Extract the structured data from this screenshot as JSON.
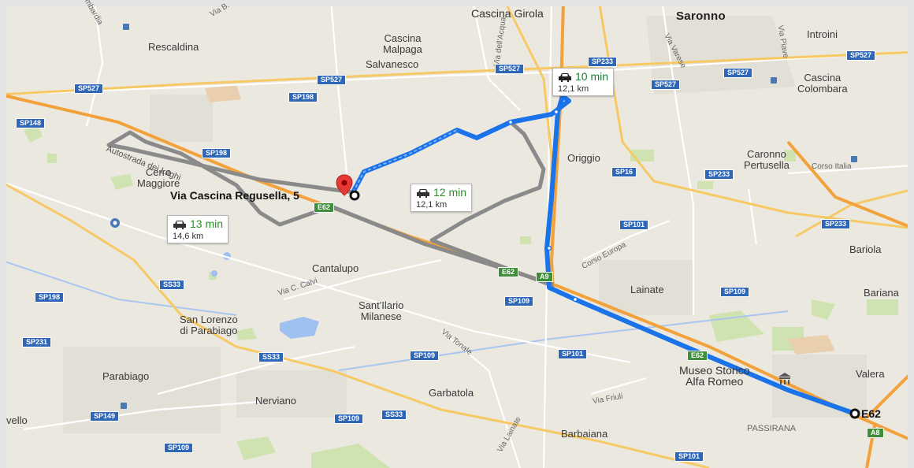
{
  "places": {
    "cascina_girola": "Cascina Girola",
    "saronno": "Saronno",
    "introini": "Introini",
    "cascina_malpaga": "Cascina\nMalpaga",
    "rescaldina": "Rescaldina",
    "salvanesco": "Salvanesco",
    "cascina_colombara": "Cascina\nColombara",
    "caronno": "Caronno\nPertusella",
    "origgio": "Origgio",
    "cerro": "Cerro\nMaggiore",
    "cantalupo": "Cantalupo",
    "bariola": "Bariola",
    "lainate": "Lainate",
    "bariana": "Bariana",
    "santilario": "Sant'Ilario\nMilanese",
    "san_lorenzo": "San Lorenzo\ndi Parabiago",
    "parabiago": "Parabiago",
    "garbatola": "Garbatola",
    "nerviano": "Nerviano",
    "museo": "Museo Storico\nAlfa Romeo",
    "valera": "Valera",
    "barbaiana": "Barbaiana",
    "passirana": "PASSIRANA",
    "vello": "vello",
    "lombardia": "ombardia"
  },
  "streets": {
    "autostrada": "Autostrada dei Laghi",
    "via_c_calvi": "Via C. Calvi",
    "via_tonale": "Via Tonale",
    "corso_europa": "Corso Europa",
    "via_friuli": "Via Friuli",
    "via_lainate": "Via Lainate",
    "via_dellacqua": "Via dell'Acqua",
    "via_varese": "Via Varese",
    "via_piave": "Via Piave",
    "corso_italia": "Corso Italia",
    "via_b": "Via B."
  },
  "shields": [
    {
      "id": "s1",
      "label": "SP527"
    },
    {
      "id": "s2",
      "label": "SP527"
    },
    {
      "id": "s3",
      "label": "SP527"
    },
    {
      "id": "s4",
      "label": "SP527"
    },
    {
      "id": "s5",
      "label": "SP527"
    },
    {
      "id": "s6",
      "label": "SP527"
    },
    {
      "id": "s7",
      "label": "SP233"
    },
    {
      "id": "s8",
      "label": "SP198"
    },
    {
      "id": "s9",
      "label": "SP148"
    },
    {
      "id": "s10",
      "label": "SP198"
    },
    {
      "id": "s11",
      "label": "SP16"
    },
    {
      "id": "s12",
      "label": "SP233"
    },
    {
      "id": "s13",
      "label": "SP101"
    },
    {
      "id": "s14",
      "label": "SP233"
    },
    {
      "id": "s15",
      "label": "SS33"
    },
    {
      "id": "s16",
      "label": "SP198"
    },
    {
      "id": "s17",
      "label": "SP109"
    },
    {
      "id": "s18",
      "label": "SP109"
    },
    {
      "id": "s19",
      "label": "SP231"
    },
    {
      "id": "s20",
      "label": "SS33"
    },
    {
      "id": "s21",
      "label": "SP109"
    },
    {
      "id": "s22",
      "label": "SP101"
    },
    {
      "id": "s23",
      "label": "SP149"
    },
    {
      "id": "s24",
      "label": "SP109"
    },
    {
      "id": "s25",
      "label": "SS33"
    },
    {
      "id": "s26",
      "label": "SP109"
    },
    {
      "id": "s27",
      "label": "SP101"
    },
    {
      "id": "s28",
      "label": "E62",
      "green": true
    },
    {
      "id": "s29",
      "label": "E62",
      "green": true
    },
    {
      "id": "s30",
      "label": "A9",
      "green": true
    },
    {
      "id": "s31",
      "label": "E62",
      "green": true
    },
    {
      "id": "s32",
      "label": "A8",
      "green": true
    }
  ],
  "routes": {
    "selected": {
      "time": "10 min",
      "distance": "12,1 km"
    },
    "alt1": {
      "time": "12 min",
      "distance": "12,1 km"
    },
    "alt2": {
      "time": "13 min",
      "distance": "14,6 km"
    }
  },
  "destination": {
    "label": "Via Cascina Regusella, 5"
  },
  "origin": {
    "label": "E62"
  },
  "colors": {
    "route_selected": "#1a73e8",
    "route_alt": "#8a8a8a",
    "land": "#ece9e1",
    "water": "#8ab4f8",
    "highway": "#f6b93b",
    "park": "#c6dfa4"
  }
}
